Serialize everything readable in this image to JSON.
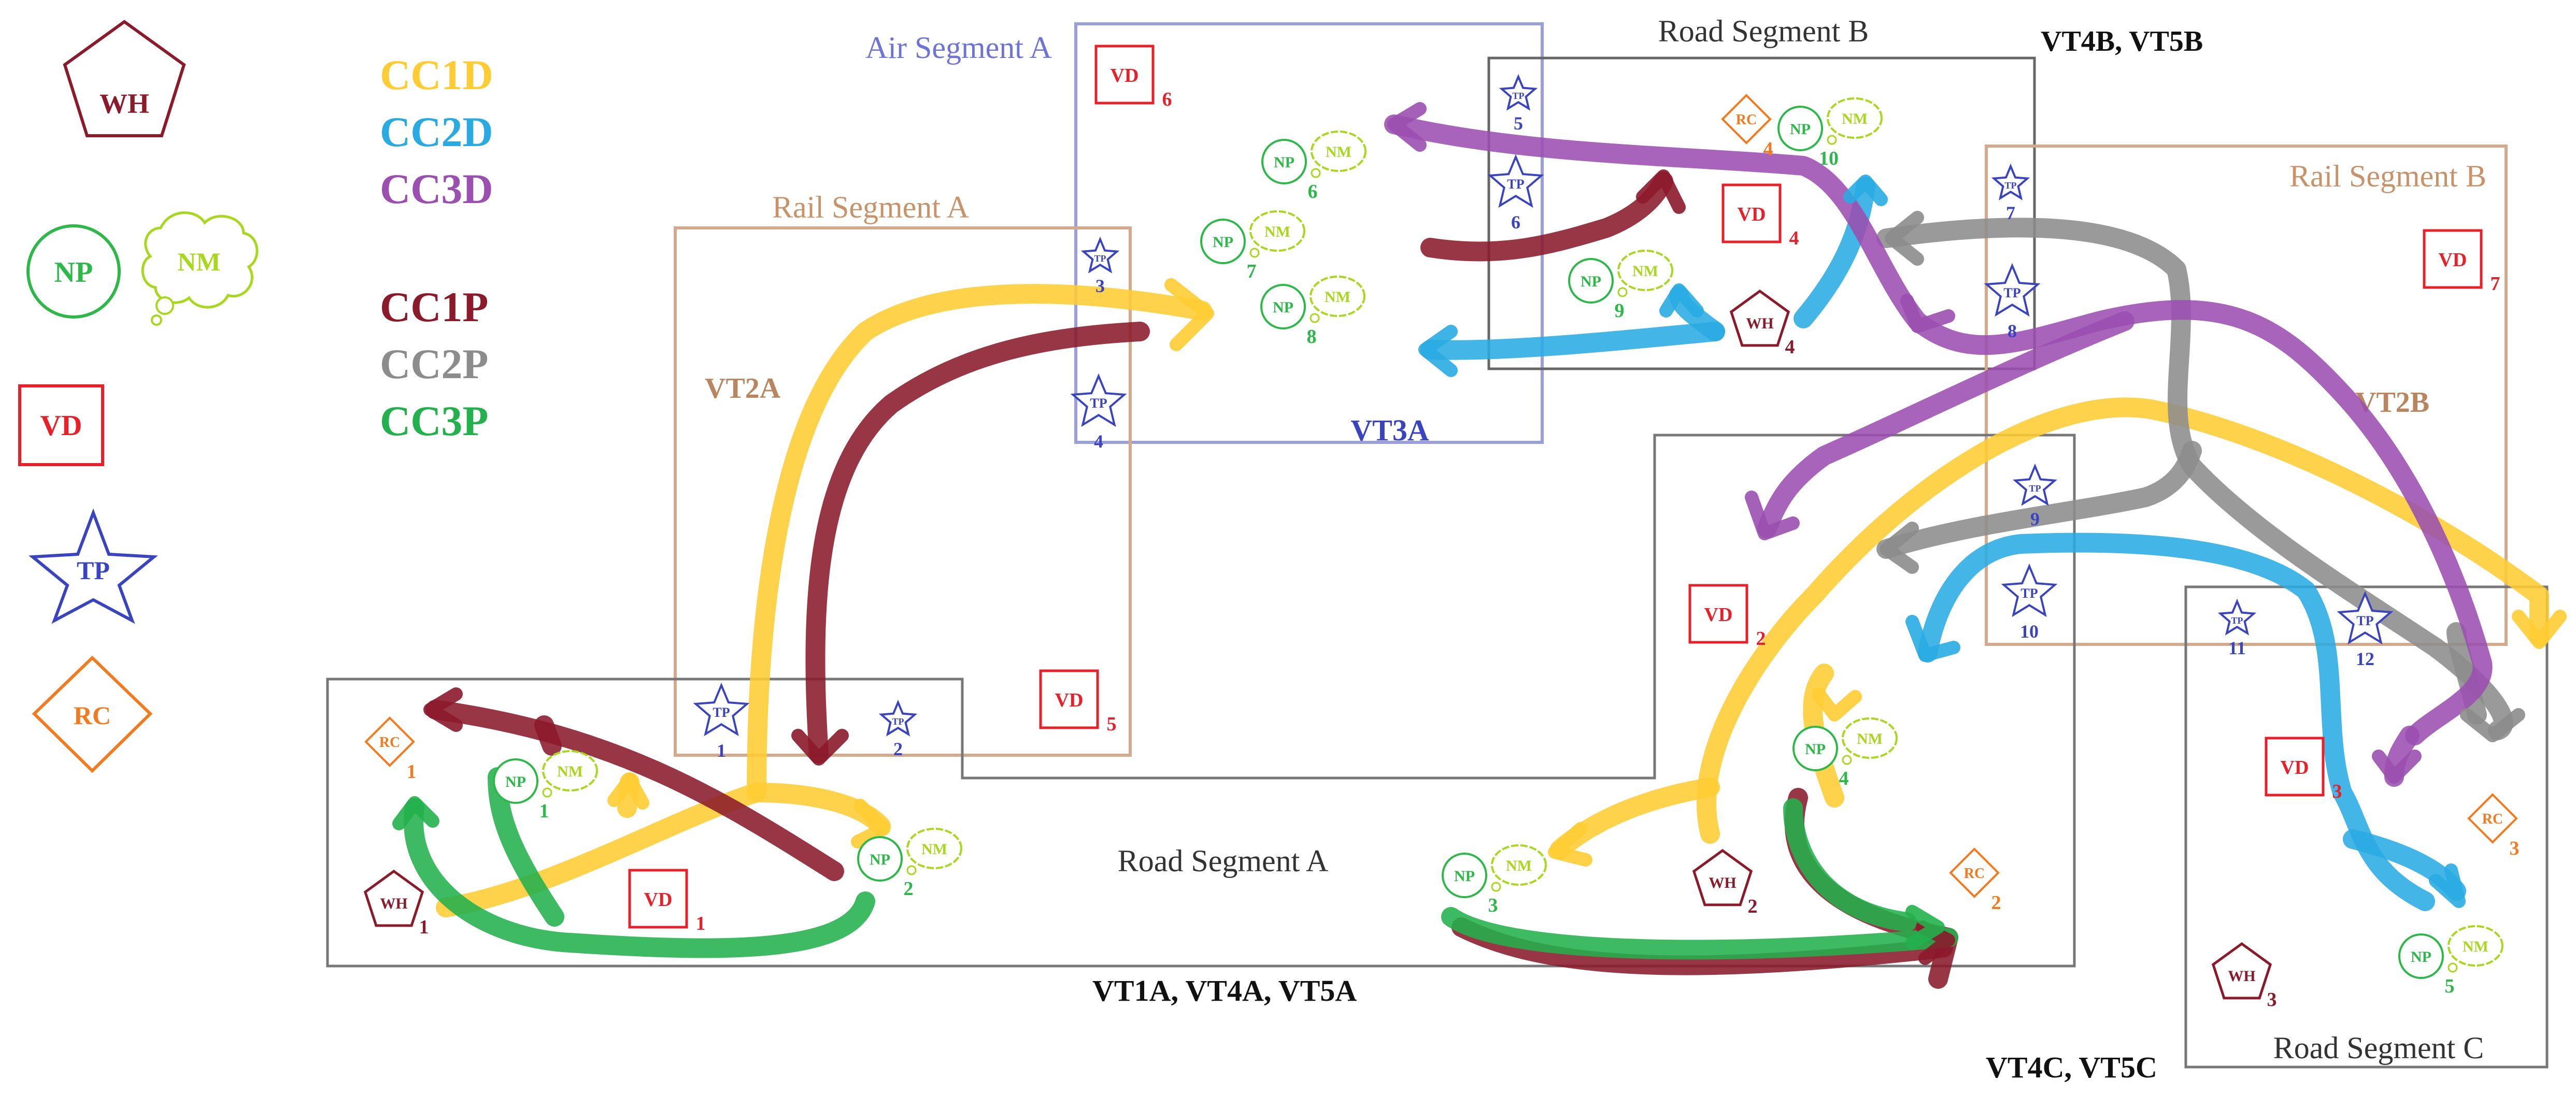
{
  "legend": {
    "warehouse": "WH",
    "node_point": "NP",
    "node_marker": "NM",
    "vehicle_depot": "VD",
    "transfer_point": "TP",
    "relay_center": "RC",
    "delivery_chains": [
      "CC1D",
      "CC2D",
      "CC3D"
    ],
    "pickup_chains": [
      "CC1P",
      "CC2P",
      "CC3P"
    ]
  },
  "segments": {
    "air_a": "Air Segment A",
    "road_a": "Road Segment A",
    "road_b": "Road Segment B",
    "road_c": "Road Segment C",
    "rail_a": "Rail Segment A",
    "rail_b": "Rail Segment B"
  },
  "vehicle_labels": {
    "vt2a": "VT2A",
    "vt2b": "VT2B",
    "vt3a": "VT3A",
    "vt4b_vt5b": "VT4B, VT5B",
    "vt1a_vt4a_vt5a": "VT1A, VT4A, VT5A",
    "vt4c_vt5c": "VT4C, VT5C"
  },
  "warehouses": [
    "1",
    "2",
    "3",
    "4"
  ],
  "node_points": [
    "1",
    "2",
    "3",
    "4",
    "5",
    "6",
    "7",
    "8",
    "9",
    "10"
  ],
  "vehicle_depots": [
    "1",
    "2",
    "3",
    "4",
    "5",
    "6",
    "7"
  ],
  "transfer_points": [
    "1",
    "2",
    "3",
    "4",
    "5",
    "6",
    "7",
    "8",
    "9",
    "10",
    "11",
    "12"
  ],
  "relay_centers": [
    "1",
    "2",
    "3",
    "4"
  ],
  "colors": {
    "cc1d": "#FFCC33",
    "cc2d": "#29ABE2",
    "cc3d": "#9B4FB0",
    "cc1p": "#8B1A2B",
    "cc2p": "#8C8C8C",
    "cc3p": "#22B14C",
    "wh": "#8B1A2B",
    "np": "#2EB84A",
    "nm": "#A8D81E",
    "vd": "#E8202A",
    "tp": "#3A44C0",
    "rc": "#F47A20",
    "rail": "#C9936A",
    "air": "#7378D8",
    "road": "#777777"
  }
}
